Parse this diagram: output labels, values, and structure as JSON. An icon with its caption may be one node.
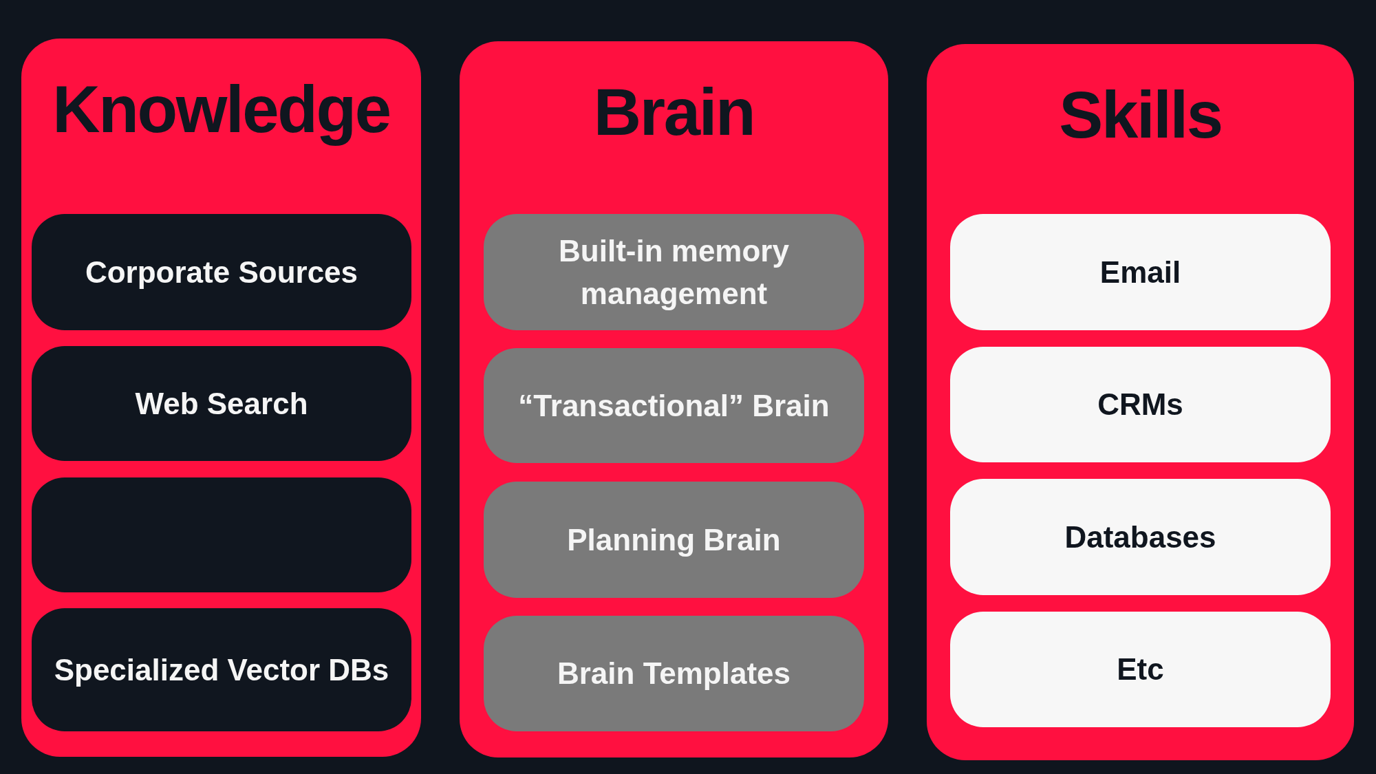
{
  "diagram": {
    "nodes": [
      {
        "text": [
          "Knowledge"
        ]
      },
      {
        "text": [
          "Corporate Sources"
        ],
        "in": 0
      },
      {
        "text": [
          "Web Search"
        ],
        "in": 0
      },
      {
        "text": [],
        "shape": "box",
        "in": 0
      },
      {
        "text": [
          "Specialized Vector DBs"
        ],
        "in": 0
      },
      {
        "text": [
          "Brain"
        ]
      },
      {
        "text": [
          "Built-in memory management"
        ],
        "in": 5
      },
      {
        "text": [
          "“Transactional” Brain"
        ],
        "in": 5
      },
      {
        "text": [
          "Planning Brain"
        ],
        "in": 5
      },
      {
        "text": [
          "Brain Templates"
        ],
        "in": 5
      },
      {
        "text": [
          "Skills"
        ]
      },
      {
        "text": [
          "Email"
        ],
        "in": 10
      },
      {
        "text": [
          "CRMs"
        ],
        "in": 10
      },
      {
        "text": [
          "Databases"
        ],
        "in": 10
      },
      {
        "text": [
          "Etc"
        ],
        "in": 10
      }
    ]
  }
}
